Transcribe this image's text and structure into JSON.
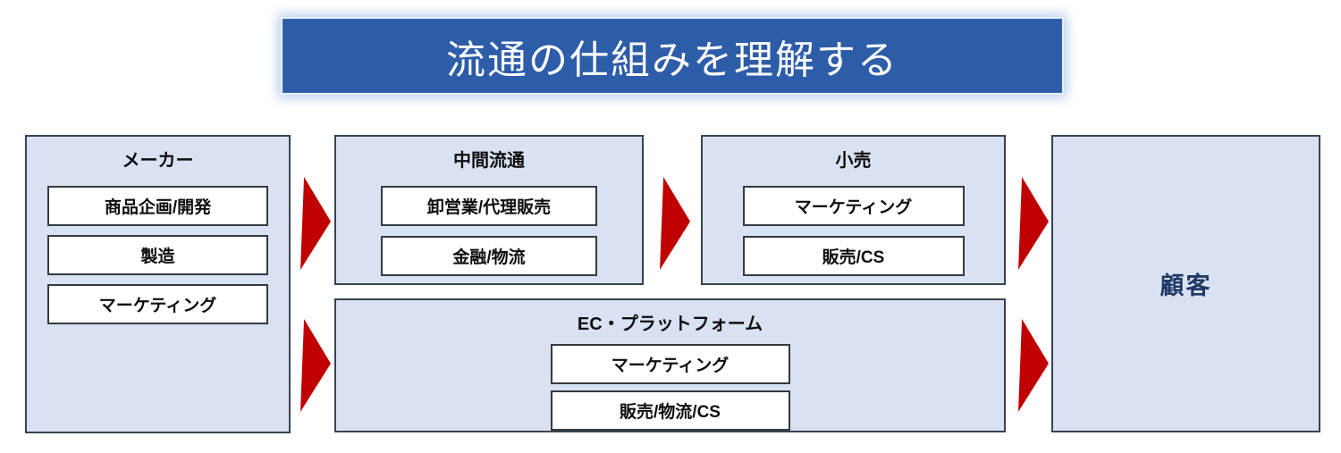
{
  "title": "流通の仕組みを理解する",
  "nodes": {
    "maker": {
      "label": "メーカー",
      "items": [
        "商品企画/開発",
        "製造",
        "マーケティング"
      ]
    },
    "middle": {
      "label": "中間流通",
      "items": [
        "卸営業/代理販売",
        "金融/物流"
      ]
    },
    "retail": {
      "label": "小売",
      "items": [
        "マーケティング",
        "販売/CS"
      ]
    },
    "ec": {
      "label": "EC・プラットフォーム",
      "items": [
        "マーケティング",
        "販売/物流/CS"
      ]
    },
    "customer": {
      "label": "顧客"
    }
  },
  "arrows": [
    {
      "from": "メーカー",
      "to": "中間流通",
      "icon": "arrow-right-icon"
    },
    {
      "from": "中間流通",
      "to": "小売",
      "icon": "arrow-right-icon"
    },
    {
      "from": "小売",
      "to": "顧客",
      "icon": "arrow-right-icon"
    },
    {
      "from": "メーカー",
      "to": "EC・プラットフォーム",
      "icon": "arrow-right-icon"
    },
    {
      "from": "EC・プラットフォーム",
      "to": "顧客",
      "icon": "arrow-right-icon"
    }
  ],
  "colors": {
    "banner_blue": "#2D5CA8",
    "box_fill": "#D9E2F2",
    "box_border": "#39434F",
    "subbox_fill": "#FFFFFF",
    "arrow_red": "#C00000",
    "customer_text_navy": "#1F3864",
    "title_text": "#FFFFFF"
  }
}
